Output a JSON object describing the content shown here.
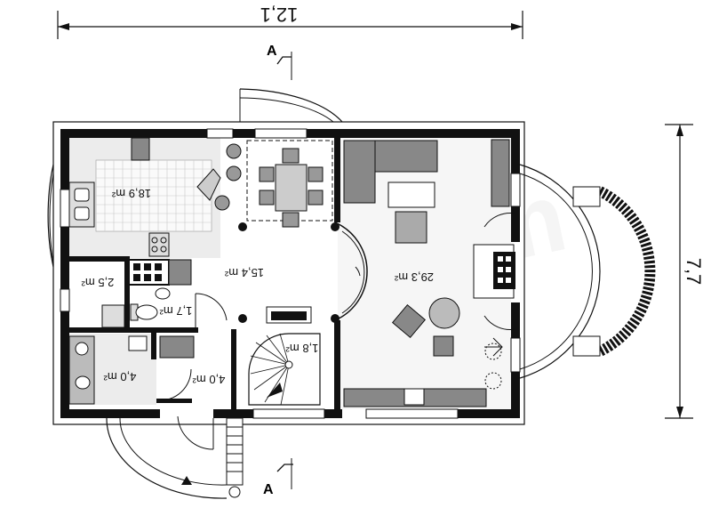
{
  "dimensions": {
    "width": "12,1",
    "depth": "7,7"
  },
  "section_markers": {
    "top": "A",
    "bottom": "A"
  },
  "rooms": [
    {
      "id": "kitchen",
      "area": "18,9 m²"
    },
    {
      "id": "hall",
      "area": "15,4 m²"
    },
    {
      "id": "living",
      "area": "29,3 m²"
    },
    {
      "id": "utility",
      "area": "2,5 m²"
    },
    {
      "id": "wc",
      "area": "1,7 m²"
    },
    {
      "id": "stairs",
      "area": "1,8 m²"
    },
    {
      "id": "bathroom",
      "area": "4,0 m²"
    },
    {
      "id": "vestibule",
      "area": "4,0 m²"
    }
  ],
  "watermark": "extradom"
}
